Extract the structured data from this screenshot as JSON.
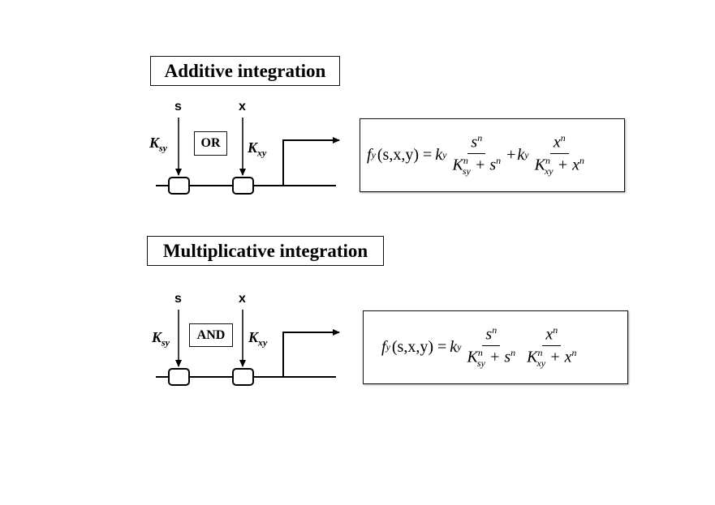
{
  "additive": {
    "title": "Additive integration",
    "gate_label": "OR",
    "input_s": "s",
    "input_x": "x",
    "k_sy": {
      "base": "K",
      "sub": "sy"
    },
    "k_xy": {
      "base": "K",
      "sub": "xy"
    },
    "formula": {
      "lhs_f": "f",
      "lhs_sub": "y",
      "lhs_args": "(s,x,y) =",
      "k": "k",
      "k_sub": "y",
      "plus": "+",
      "num1_base": "s",
      "num1_sup": "n",
      "den1_K": "K",
      "den1_sup": "n",
      "den1_sub": "sy",
      "den1_rest": "+ s",
      "den1_rest_sup": "n",
      "num2_base": "x",
      "num2_sup": "n",
      "den2_K": "K",
      "den2_sup": "n",
      "den2_sub": "xy",
      "den2_rest": "+ x",
      "den2_rest_sup": "n"
    }
  },
  "multiplicative": {
    "title": "Multiplicative integration",
    "gate_label": "AND",
    "input_s": "s",
    "input_x": "x",
    "k_sy": {
      "base": "K",
      "sub": "sy"
    },
    "k_xy": {
      "base": "K",
      "sub": "xy"
    },
    "formula": {
      "lhs_f": "f",
      "lhs_sub": "y",
      "lhs_args": "(s,x,y) =",
      "k": "k",
      "k_sub": "y",
      "num1_base": "s",
      "num1_sup": "n",
      "den1_K": "K",
      "den1_sup": "n",
      "den1_sub": "sy",
      "den1_rest": "+ s",
      "den1_rest_sup": "n",
      "num2_base": "x",
      "num2_sup": "n",
      "den2_K": "K",
      "den2_sup": "n",
      "den2_sub": "xy",
      "den2_rest": "+ x",
      "den2_rest_sup": "n"
    }
  }
}
